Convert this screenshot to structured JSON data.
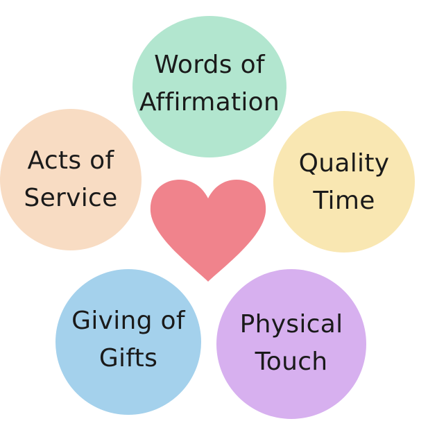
{
  "diagram": {
    "heart": {
      "color": "#f0838c"
    },
    "circles": [
      {
        "id": "words",
        "lines": [
          "Words of",
          "Affirmation"
        ],
        "color": "#b2e6cf"
      },
      {
        "id": "acts",
        "lines": [
          "Acts of",
          "Service"
        ],
        "color": "#f8dcc3"
      },
      {
        "id": "quality",
        "lines": [
          "Quality",
          "Time"
        ],
        "color": "#f9e7b2"
      },
      {
        "id": "gifts",
        "lines": [
          "Giving of",
          "Gifts"
        ],
        "color": "#a4d1ec"
      },
      {
        "id": "physical",
        "lines": [
          "Physical",
          "Touch"
        ],
        "color": "#d7b0ef"
      }
    ]
  }
}
